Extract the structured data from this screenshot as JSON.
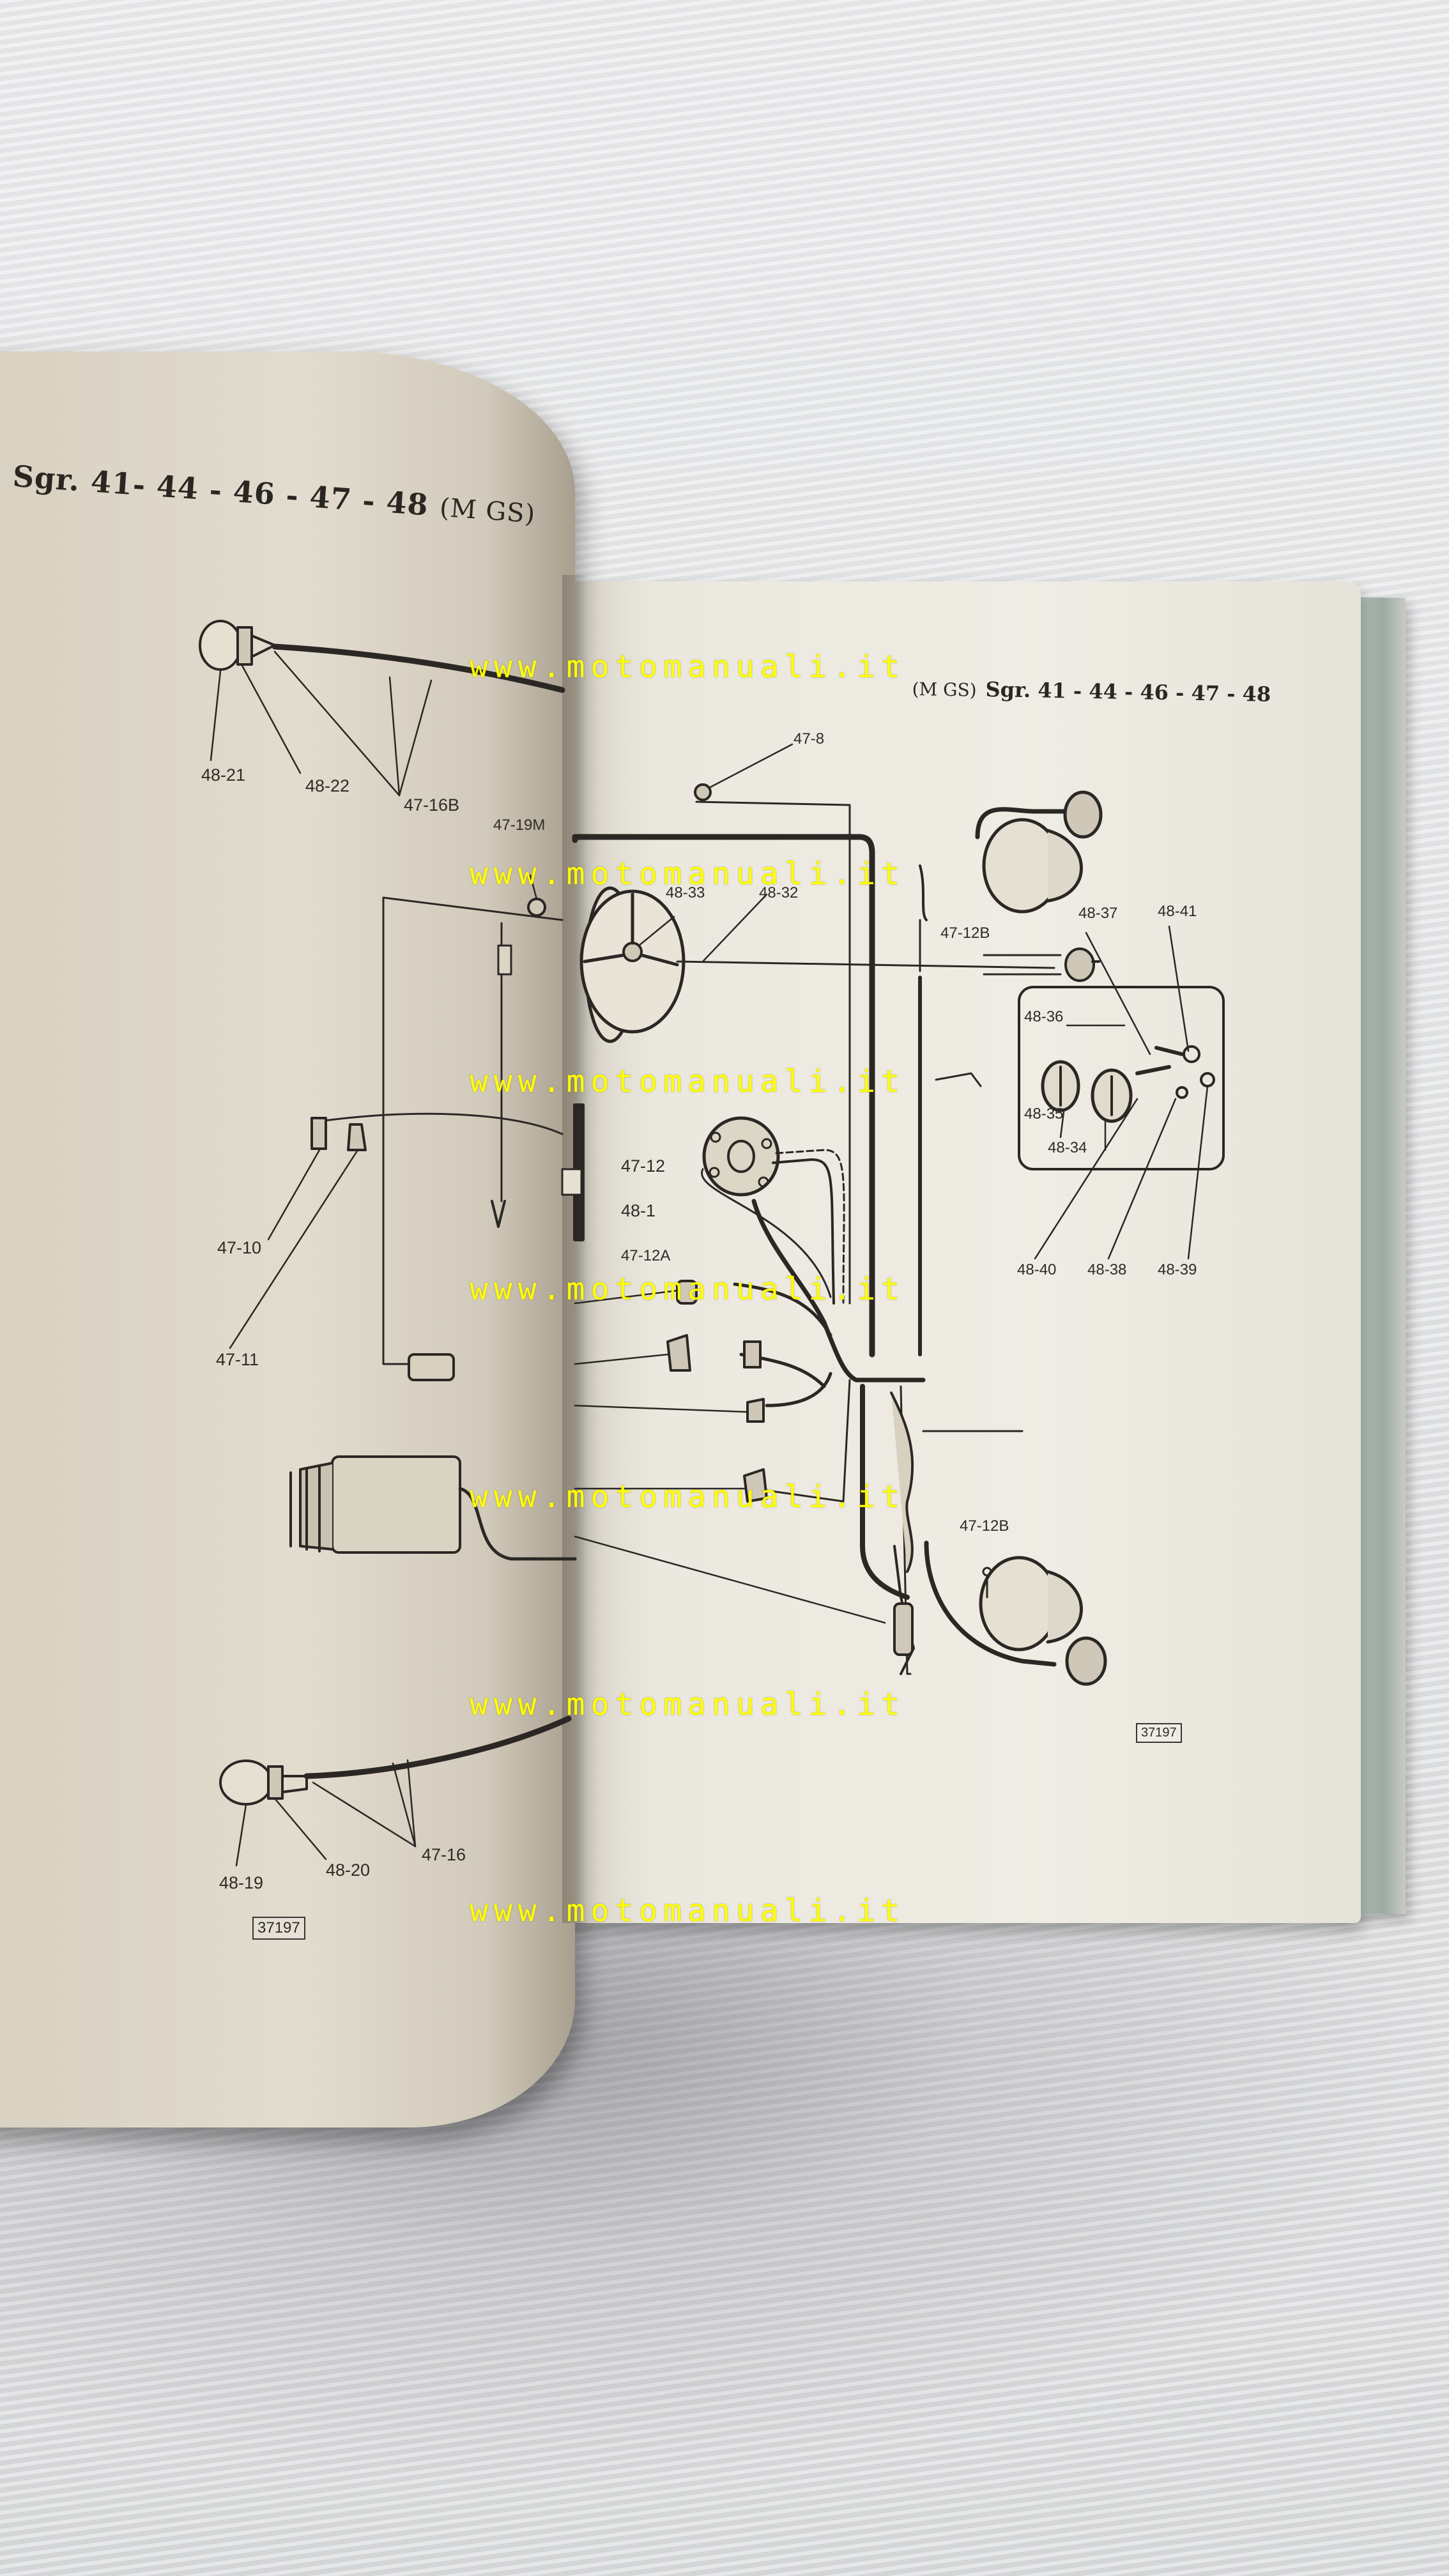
{
  "left_page": {
    "header_text": "Sgr. 41- 44 - 46 - 47 - 48",
    "header_model": "(M GS)",
    "reference_number": "37197",
    "callouts": [
      "48-21",
      "48-22",
      "47-16B",
      "47-19M",
      "47-12",
      "48-1",
      "47-10",
      "47-11",
      "48-19",
      "48-20",
      "47-16"
    ]
  },
  "right_page": {
    "header_model": "(M GS)",
    "header_text": "Sgr. 41 - 44 - 46 - 47 - 48",
    "reference_number": "37197",
    "callouts": [
      "47-8",
      "48-33",
      "48-32",
      "47-12B",
      "48-37",
      "48-41",
      "48-36",
      "48-35",
      "48-34",
      "47-12A",
      "48-40",
      "48-38",
      "48-39",
      "47-12B"
    ]
  },
  "watermark": "www.motomanuali.it",
  "colors": {
    "watermark": "#ffff00",
    "ink": "#2e2a26",
    "page": "#ece9e0"
  }
}
